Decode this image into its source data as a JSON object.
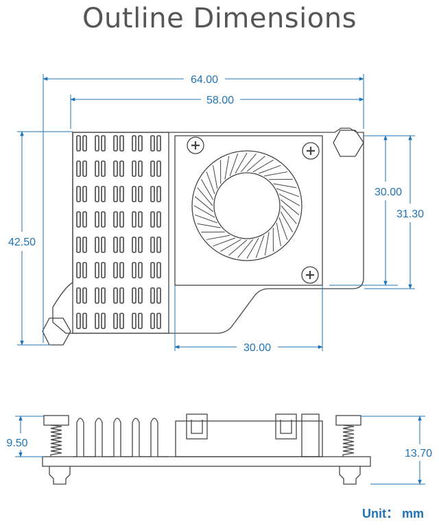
{
  "title": "Outline Dimensions",
  "colors": {
    "dimension": "#1f73b7",
    "outline": "#444444",
    "unit": "#1f73b7",
    "title": "#555555"
  },
  "top_view": {
    "width_overall": "64.00",
    "width_heatsink": "58.00",
    "height_overall": "42.50",
    "fan_height": "30.00",
    "fan_bracket_height": "31.30",
    "fan_width": "30.00"
  },
  "side_view": {
    "spring_height": "9.50",
    "total_height": "13.70"
  },
  "unit": "Unit： mm"
}
